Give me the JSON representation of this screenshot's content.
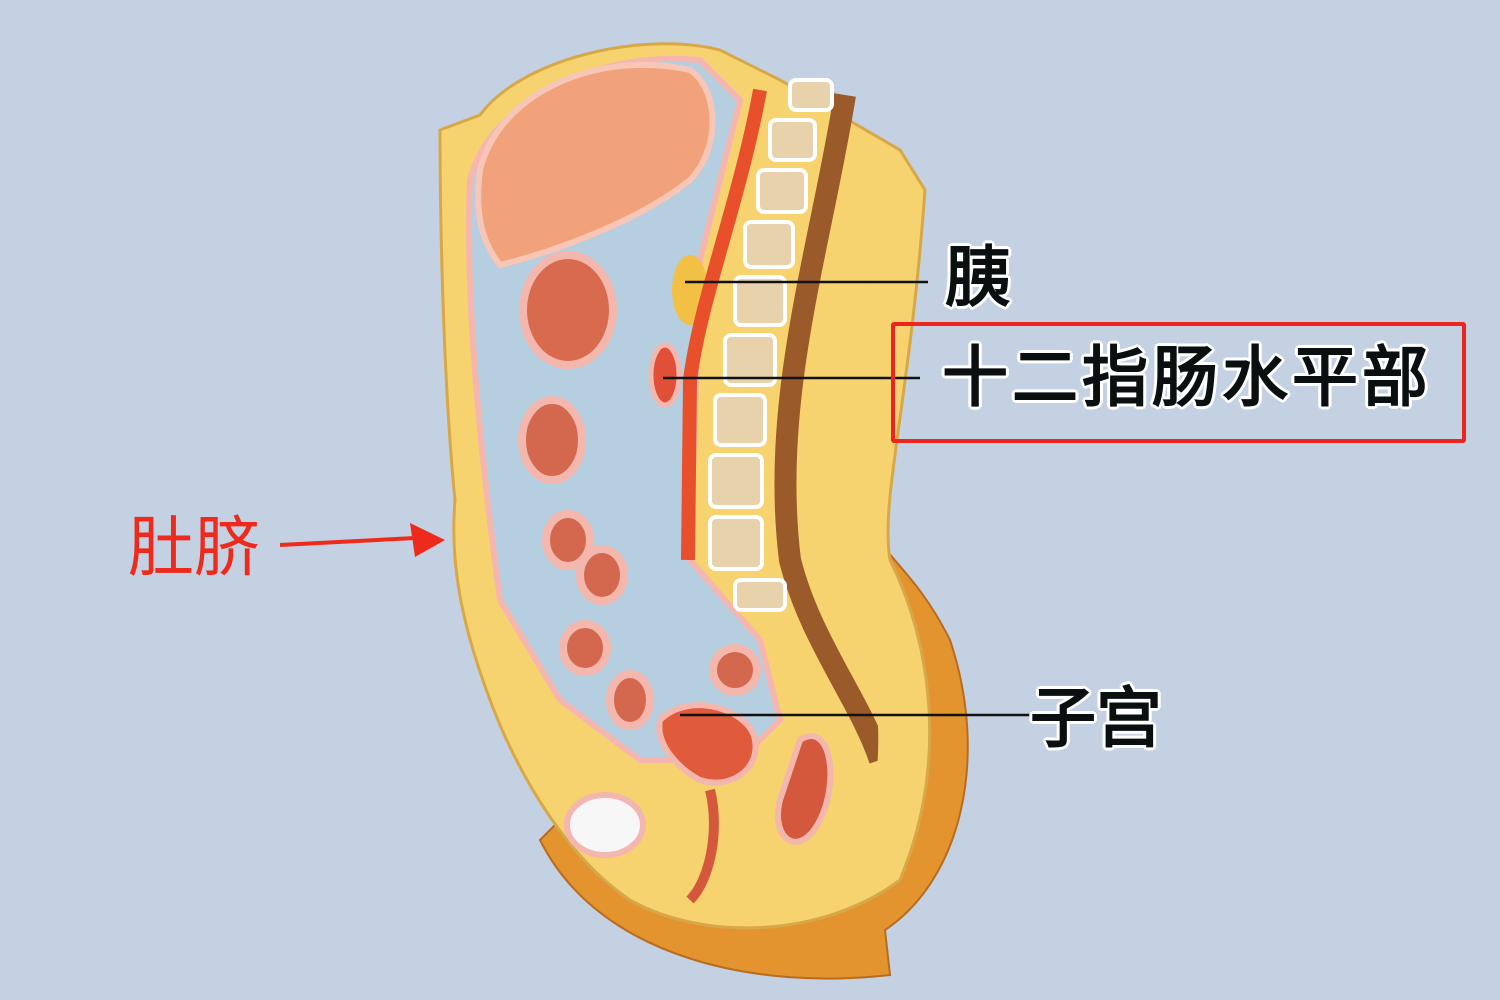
{
  "labels": {
    "pancreas": "胰",
    "duodenum_horizontal": "十二指肠水平部",
    "uterus": "子宫",
    "navel": "肚脐"
  },
  "colors": {
    "background": "#c3d1e2",
    "highlight": "#ee2420",
    "navel_label": "#ee2a1c",
    "leader_line": "#111111"
  }
}
